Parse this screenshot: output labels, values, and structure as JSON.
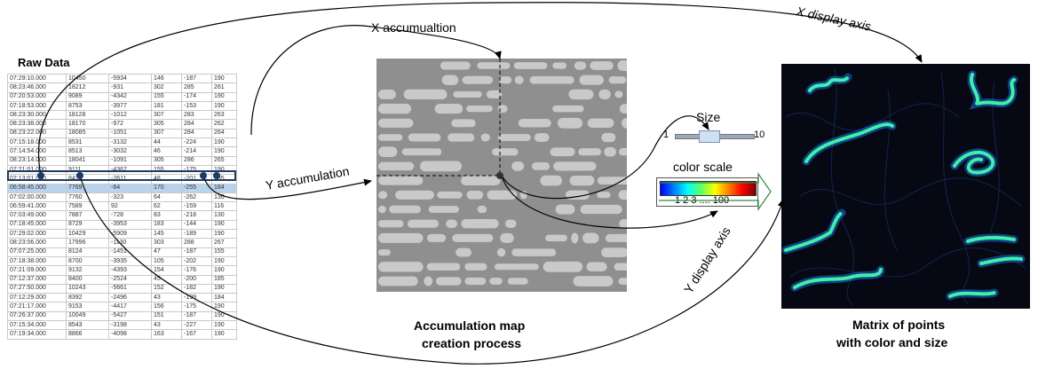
{
  "raw_data": {
    "title": "Raw Data",
    "rows": [
      [
        "07:29:10.000",
        "10450",
        "-5934",
        "146",
        "-187",
        "190"
      ],
      [
        "08:23:46.000",
        "18212",
        "-931",
        "302",
        "285",
        "261"
      ],
      [
        "07:20:53.000",
        "9089",
        "-4342",
        "155",
        "-174",
        "190"
      ],
      [
        "07:18:53.000",
        "8753",
        "-3977",
        "181",
        "-153",
        "190"
      ],
      [
        "08:23:30.000",
        "18128",
        "-1012",
        "307",
        "283",
        "263"
      ],
      [
        "08:23:38.000",
        "18170",
        "-972",
        "305",
        "284",
        "262"
      ],
      [
        "08:23:22.000",
        "18085",
        "-1051",
        "307",
        "284",
        "264"
      ],
      [
        "07:15:18.000",
        "8531",
        "-3132",
        "44",
        "-224",
        "190"
      ],
      [
        "07:14:54.000",
        "8513",
        "-3032",
        "46",
        "-214",
        "190"
      ],
      [
        "08:23:14.000",
        "18041",
        "-1091",
        "305",
        "286",
        "265"
      ],
      [
        "07:21:01.000",
        "9111",
        "-4367",
        "155",
        "-175",
        "190"
      ],
      [
        "07:13:01.000",
        "8421",
        "-2611",
        "48",
        "-201",
        "185"
      ],
      [
        "06:58:45.000",
        "7769",
        "-64",
        "170",
        "-255",
        "184"
      ],
      [
        "07:02:00.000",
        "7760",
        "-323",
        "64",
        "-262",
        "130"
      ],
      [
        "06:59:41.000",
        "7589",
        "92",
        "62",
        "-159",
        "116"
      ],
      [
        "07:03:49.000",
        "7887",
        "-728",
        "83",
        "-218",
        "130"
      ],
      [
        "07:18:45.000",
        "8729",
        "-3953",
        "183",
        "-144",
        "190"
      ],
      [
        "07:29:02.000",
        "10429",
        "-5909",
        "145",
        "-189",
        "190"
      ],
      [
        "08:23:06.000",
        "17996",
        "-1130",
        "303",
        "288",
        "267"
      ],
      [
        "07:07:25.000",
        "8124",
        "-1451",
        "47",
        "-187",
        "155"
      ],
      [
        "07:18:38.000",
        "8700",
        "-3935",
        "105",
        "-202",
        "190"
      ],
      [
        "07:21:09.000",
        "9132",
        "-4393",
        "154",
        "-176",
        "190"
      ],
      [
        "07:12:37.000",
        "8400",
        "-2524",
        "45",
        "-200",
        "185"
      ],
      [
        "07:27:50.000",
        "10243",
        "-5661",
        "152",
        "-182",
        "190"
      ],
      [
        "07:12:29.000",
        "8392",
        "-2496",
        "43",
        "-199",
        "184"
      ],
      [
        "07:21:17.000",
        "9153",
        "-4417",
        "156",
        "-175",
        "190"
      ],
      [
        "07:26:37.000",
        "10049",
        "-5427",
        "151",
        "-187",
        "190"
      ],
      [
        "07:15:34.000",
        "8543",
        "-3198",
        "43",
        "-227",
        "190"
      ],
      [
        "07:19:34.000",
        "8866",
        "-4098",
        "163",
        "-167",
        "190"
      ]
    ],
    "highlight_row_index": 12
  },
  "labels": {
    "x_accumulation": "X accumualtion",
    "y_accumulation": "Y accumulation",
    "x_display_axis": "X display axis",
    "y_display_axis": "Y display axis",
    "size": "Size",
    "size_min": "1",
    "size_max": "10",
    "color_scale": "color scale",
    "color_scale_range": "1 2 3 .... 100",
    "accumulation_caption_line1": "Accumulation map",
    "accumulation_caption_line2": "creation process",
    "matrix_caption_line1": "Matrix of points",
    "matrix_caption_line2": "with color and size"
  },
  "colors": {
    "accumulation_background": "#8f8f8f",
    "accumulation_blobs": "#c9c9c9",
    "matrix_background": "#060913",
    "trace_glow": "#1b6fd8",
    "trace_bright": "#3ff0a8",
    "highlight_row": "#b9d3ee",
    "highlight_border": "#1d3a64"
  }
}
